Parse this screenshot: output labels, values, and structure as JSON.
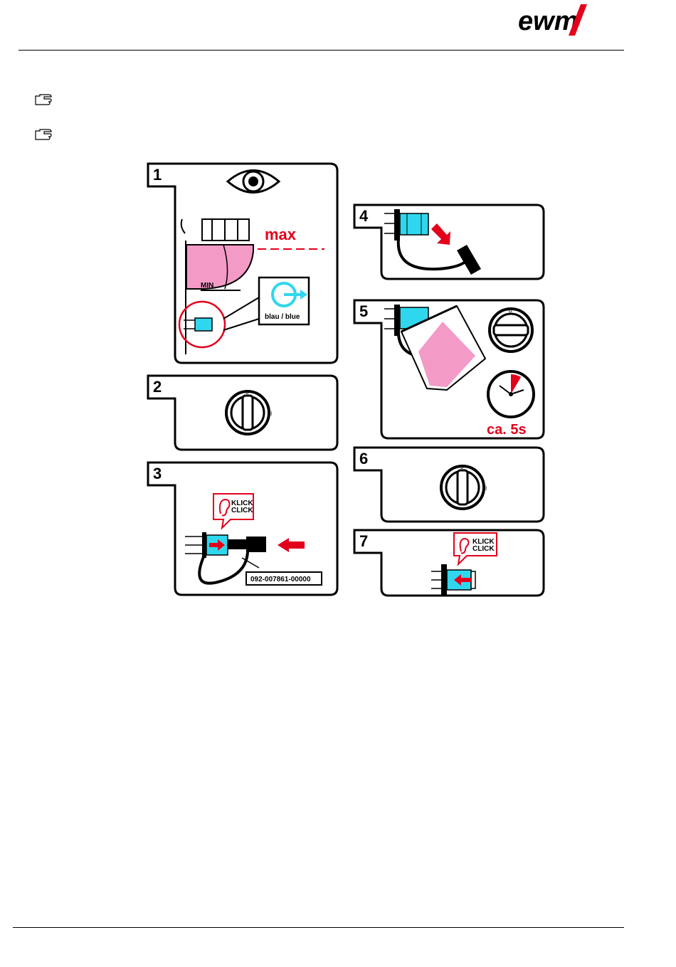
{
  "header": {
    "logo_text": "ewm",
    "logo_icon": "ewm-logo"
  },
  "notes": [
    {
      "icon": "pointing-hand-icon"
    },
    {
      "icon": "pointing-hand-icon"
    }
  ],
  "colors": {
    "red": "#e3001b",
    "cyan": "#2fd7ee",
    "pink": "#f49ac6",
    "black": "#000000"
  },
  "panels": {
    "p1": {
      "number": "1",
      "max_label": "max",
      "min_label": "MIN",
      "coupling_label": "blau / blue",
      "icons": [
        "eye-icon",
        "coolant-tank",
        "arrow-out-icon"
      ]
    },
    "p2": {
      "number": "2",
      "switch_zero": "0",
      "switch_one": "I",
      "icons": [
        "rotary-switch-icon"
      ]
    },
    "p3": {
      "number": "3",
      "click_de": "KLICK",
      "click_en": "CLICK",
      "part_number": "092-007861-00000",
      "icons": [
        "ear-icon",
        "push-arrow-icon"
      ]
    },
    "p4": {
      "number": "4",
      "icons": [
        "hose-coupling-icon",
        "arrow-icon"
      ]
    },
    "p5": {
      "number": "5",
      "switch_zero": "0",
      "switch_one": "I",
      "time_label": "ca. 5s",
      "icons": [
        "bag-icon",
        "rotary-switch-icon",
        "clock-icon"
      ]
    },
    "p6": {
      "number": "6",
      "switch_zero": "0",
      "switch_one": "I",
      "icons": [
        "rotary-switch-icon"
      ]
    },
    "p7": {
      "number": "7",
      "click_de": "KLICK",
      "click_en": "CLICK",
      "icons": [
        "ear-icon",
        "coupling-icon"
      ]
    }
  }
}
